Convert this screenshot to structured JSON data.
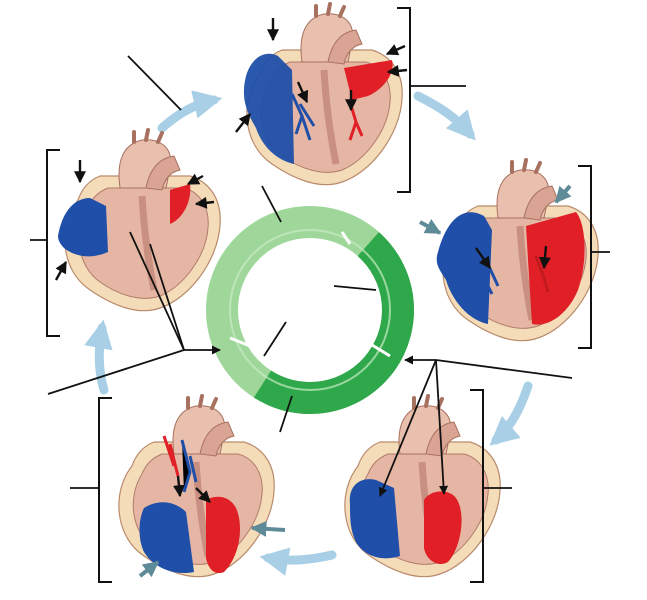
{
  "diagram": {
    "kind": "cardiac-cycle-label-worksheet",
    "colors": {
      "deoxygenated": "#1f4fa8",
      "oxygenated": "#e01f26",
      "heart_tissue": "#e6b6a4",
      "heart_tissue_dark": "#c98f80",
      "pericardium": "#f4dcb8",
      "cycle_light": "#9fd79a",
      "cycle_dark": "#2ea84a",
      "flow_arrow": "#a9cfe6",
      "pointer_arrow": "#5f8a97",
      "leader_line": "#111111"
    },
    "stage_count": 6,
    "blank_labels": 12
  }
}
